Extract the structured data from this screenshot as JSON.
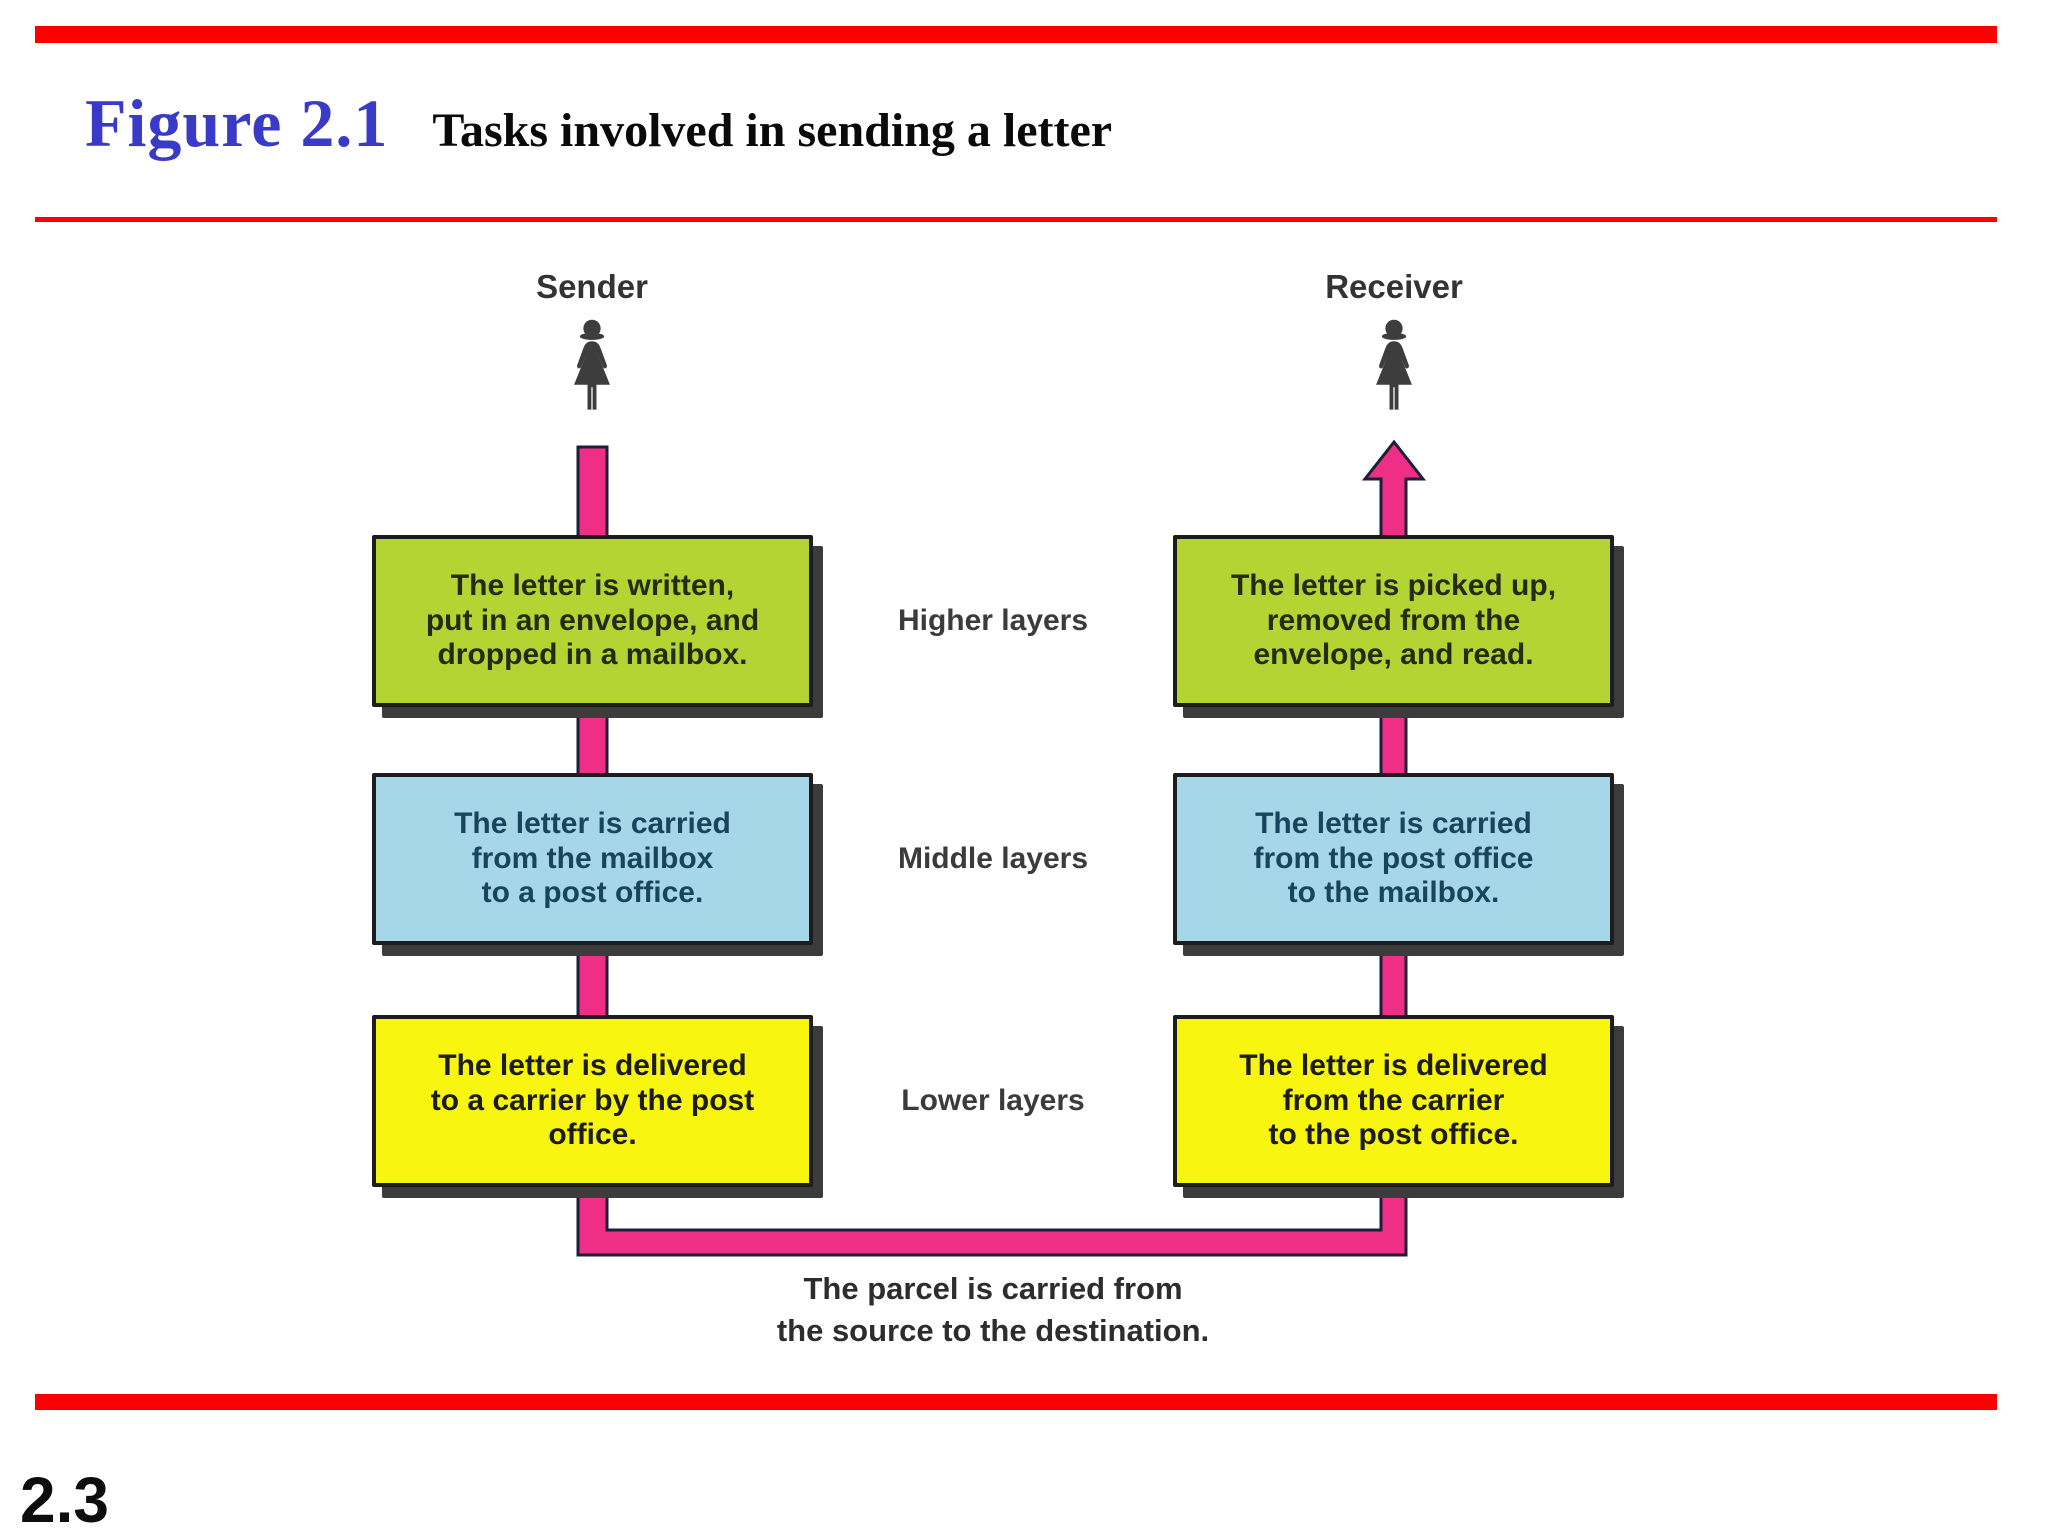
{
  "header": {
    "figure_label": "Figure 2.1",
    "figure_title": "Tasks involved in sending a letter"
  },
  "page_number": "2.3",
  "colors": {
    "accent_red": "#fe0000",
    "figure_label_blue": "#3a3ac9",
    "connector_pink": "#ee2e87",
    "higher_layer_green": "#b4d433",
    "middle_layer_blue": "#a6d7e8",
    "lower_layer_yellow": "#f8f60e"
  },
  "diagram": {
    "sender_label": "Sender",
    "receiver_label": "Receiver",
    "layer_labels": [
      "Higher layers",
      "Middle layers",
      "Lower layers"
    ],
    "sender_column": {
      "higher": "The letter is written,\nput in an envelope, and\ndropped in a mailbox.",
      "middle": "The letter is carried\nfrom the mailbox\nto a post office.",
      "lower": "The letter is delivered\nto a carrier by the post\noffice."
    },
    "receiver_column": {
      "higher": "The letter is picked up,\nremoved from the\nenvelope, and read.",
      "middle": "The letter is carried\nfrom the post office\nto the mailbox.",
      "lower": "The letter is delivered\nfrom the carrier\nto the post office."
    },
    "bottom_caption": "The parcel is carried from\nthe source to the destination."
  }
}
